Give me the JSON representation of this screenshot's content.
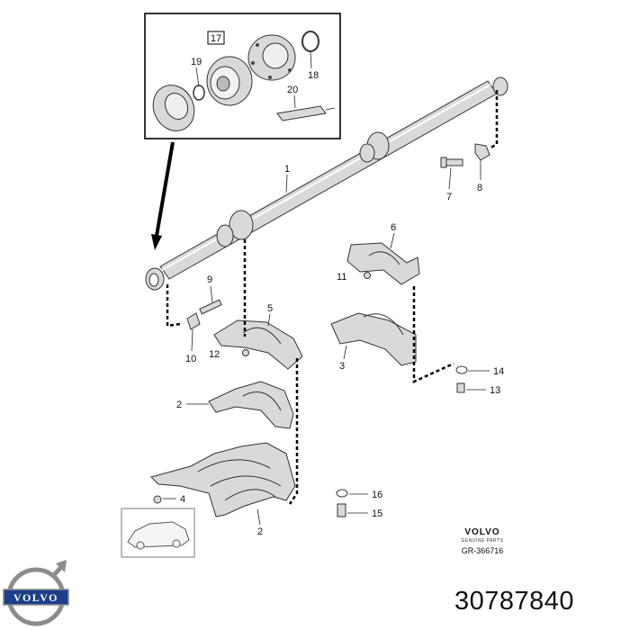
{
  "diagram": {
    "callouts": {
      "c1": "1",
      "c2a": "2",
      "c2b": "2",
      "c3": "3",
      "c4": "4",
      "c5": "5",
      "c6": "6",
      "c7": "7",
      "c8": "8",
      "c9": "9",
      "c10": "10",
      "c11": "11",
      "c12": "12",
      "c13": "13",
      "c14": "14",
      "c15": "15",
      "c16": "16",
      "c17": "17",
      "c18": "18",
      "c19": "19",
      "c20": "20"
    },
    "brand_word": "VOLVO",
    "brand_sub": "GENUINE PARTS",
    "ref_code": "GR-366716"
  },
  "logo": {
    "text": "VOLVO"
  },
  "part_number": "30787840",
  "colors": {
    "line": "#222222",
    "part_fill": "#d9d9d9",
    "logo_blue": "#1d3f8a",
    "logo_ring": "#8c8c8c"
  }
}
